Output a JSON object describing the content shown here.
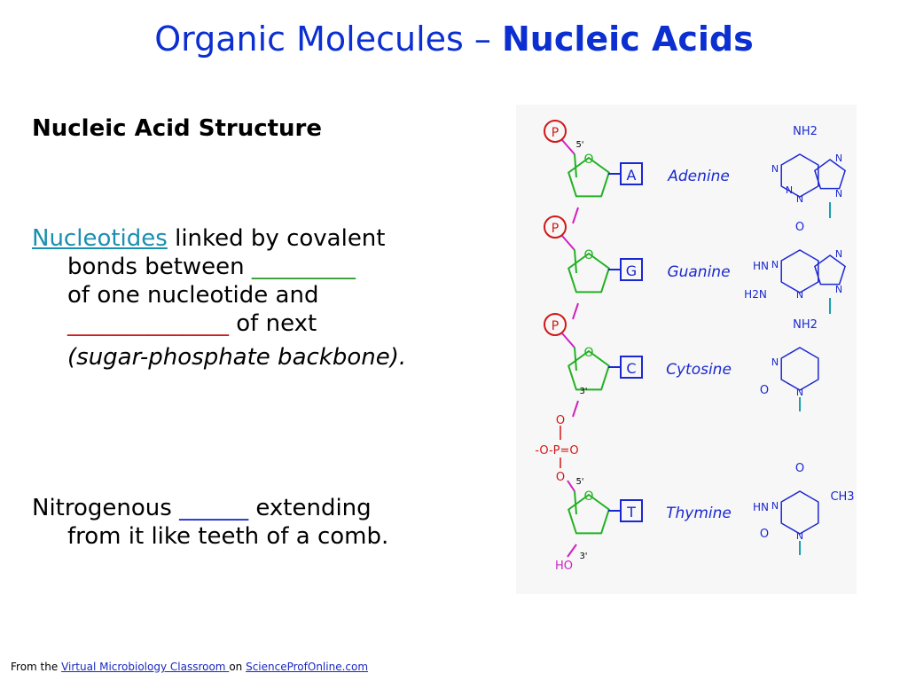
{
  "title": {
    "part1": "Organic Molecules – ",
    "part2": "Nucleic Acids"
  },
  "subheading": "Nucleic Acid Structure",
  "paragraph1": {
    "link": "Nucleotides",
    "text1": " linked by covalent",
    "text2": "bonds between ",
    "blank1": "_________",
    "text3": "of one nucleotide and",
    "blank2": "______________",
    "text4": " of next",
    "text5": "(sugar-phosphate backbone)."
  },
  "paragraph2": {
    "text1": "Nitrogenous ",
    "blank": "______",
    "text2": " extending",
    "text3": "from it like teeth of a comb."
  },
  "diagram": {
    "phosphate": "P",
    "prime5": "5'",
    "prime3": "3'",
    "ring_o": "O",
    "bases": [
      {
        "letter": "A",
        "name": "Adenine"
      },
      {
        "letter": "G",
        "name": "Guanine"
      },
      {
        "letter": "C",
        "name": "Cytosine"
      },
      {
        "letter": "T",
        "name": "Thymine"
      }
    ],
    "linkage": {
      "o_top": "O",
      "row": "-O-P=O",
      "o_bottom": "O"
    },
    "ho": "HO",
    "atoms": {
      "N": "N",
      "O": "O",
      "NH2": "NH2",
      "HN": "HN",
      "H2N": "H2N",
      "CH3": "CH3"
    }
  },
  "footer": {
    "prefix": "From the ",
    "link1": "Virtual Microbiology Classroom ",
    "mid": "on ",
    "link2": "ScienceProfOnline.com"
  }
}
